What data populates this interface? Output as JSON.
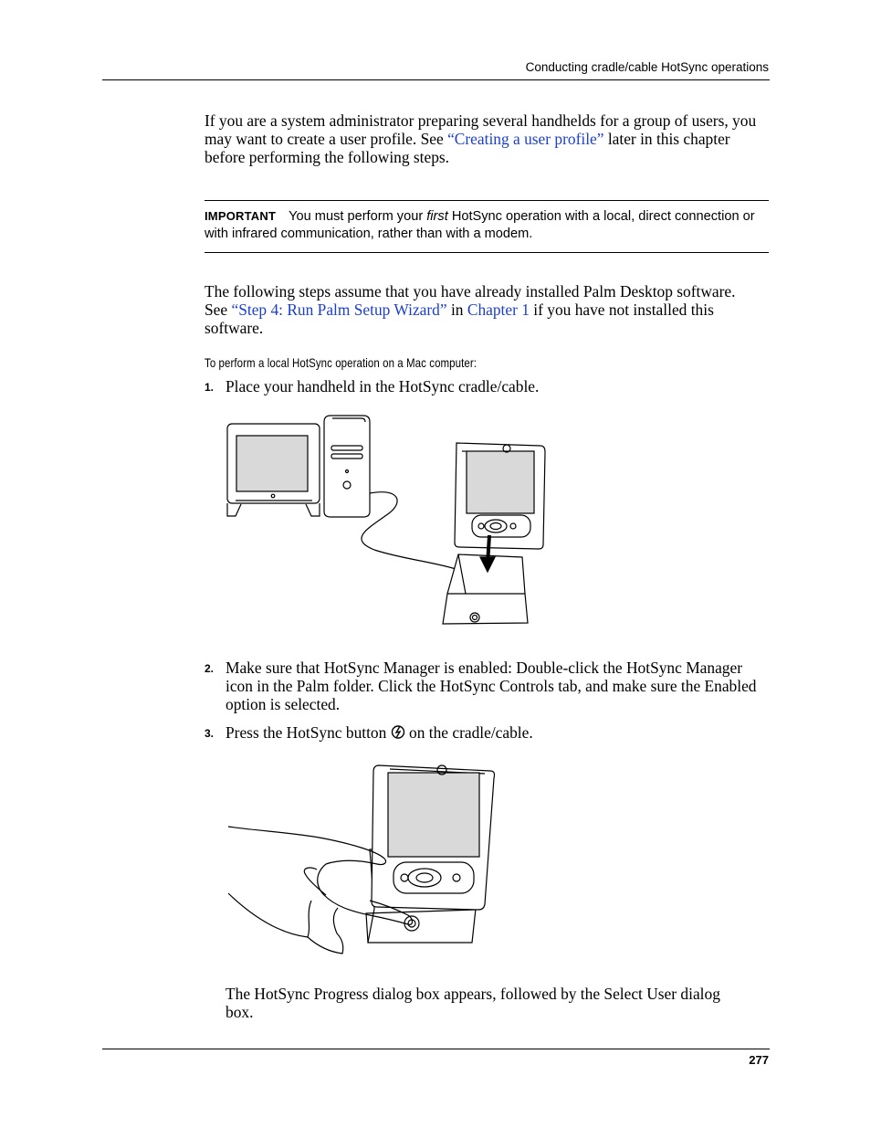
{
  "header": {
    "title": "Conducting cradle/cable HotSync operations"
  },
  "intro": {
    "part1": "If you are a system administrator preparing several handhelds for a group of users, you may want to create a user profile. See ",
    "link": "“Creating a user profile”",
    "part2": " later in this chapter before performing the following steps."
  },
  "important": {
    "label": "IMPORTANT",
    "text_before": "You must perform your ",
    "emphasis": "first",
    "text_after": " HotSync operation with a local, direct connection or with infrared communication, rather than with a modem."
  },
  "assume": {
    "part1": "The following steps assume that you have already installed Palm Desktop software. See ",
    "link1": "“Step 4: Run Palm Setup Wizard”",
    "part2": " in ",
    "link2": "Chapter 1",
    "part3": " if you have not installed this software."
  },
  "procedure_heading": "To perform a local HotSync operation on a Mac computer:",
  "steps": [
    {
      "number": "1.",
      "text": "Place your handheld in the HotSync cradle/cable."
    },
    {
      "number": "2.",
      "text": "Make sure that HotSync Manager is enabled: Double-click the HotSync Manager icon in the Palm folder. Click the HotSync Controls tab, and make sure the Enabled option is selected."
    },
    {
      "number": "3.",
      "text_before": "Press the HotSync button ",
      "text_after": " on the cradle/cable."
    }
  ],
  "result_text": "The HotSync Progress dialog box appears, followed by the Select User dialog box.",
  "icons": [
    "hotsync-icon"
  ],
  "footer": {
    "page_number": "277"
  }
}
